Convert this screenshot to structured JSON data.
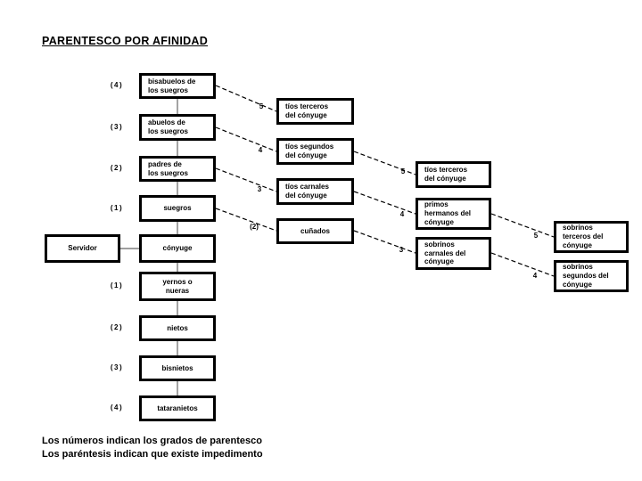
{
  "title": "PARENTESCO POR AFINIDAD",
  "colors": {
    "background": "#ffffff",
    "box_border": "#000000",
    "text": "#000000",
    "solid_connector": "#666666",
    "dashed_connector": "#000000"
  },
  "diagram": {
    "main_chain": [
      {
        "grade": "(4)",
        "label": "bisabuelos de\nlos suegros"
      },
      {
        "grade": "(3)",
        "label": "abuelos de\nlos suegros"
      },
      {
        "grade": "(2)",
        "label": "padres de\nlos suegros"
      },
      {
        "grade": "(1)",
        "label": "suegros"
      },
      {
        "grade": "",
        "label": "cónyuge"
      },
      {
        "grade": "(1)",
        "label": "yernos o\nnueras"
      },
      {
        "grade": "(2)",
        "label": "nietos"
      },
      {
        "grade": "(3)",
        "label": "bisnietos"
      },
      {
        "grade": "(4)",
        "label": "tataranietos"
      }
    ],
    "servidor": {
      "label": "Servidor"
    },
    "col2": [
      {
        "label": "tíos terceros\ndel cónyuge",
        "edge_number": "5"
      },
      {
        "label": "tíos segundos\ndel cónyuge",
        "edge_number": "4"
      },
      {
        "label": "tíos carnales\ndel cónyuge",
        "edge_number": "3"
      },
      {
        "label": "cuñados",
        "edge_number": "(2)"
      }
    ],
    "col3": [
      {
        "label": "tíos terceros\ndel cónyuge",
        "edge_number": "5"
      },
      {
        "label": "primos\nhermanos del\ncónyuge",
        "edge_number": "4"
      },
      {
        "label": "sobrinos\ncarnales del\ncónyuge",
        "edge_number": "3"
      }
    ],
    "col4": [
      {
        "label": "sobrinos\nterceros del\ncónyuge",
        "edge_number": "5"
      },
      {
        "label": "sobrinos\nsegundos del\ncónyuge",
        "edge_number": "4"
      }
    ]
  },
  "footnotes": [
    "Los números indican los grados de parentesco",
    "Los paréntesis indican que existe impedimento"
  ]
}
